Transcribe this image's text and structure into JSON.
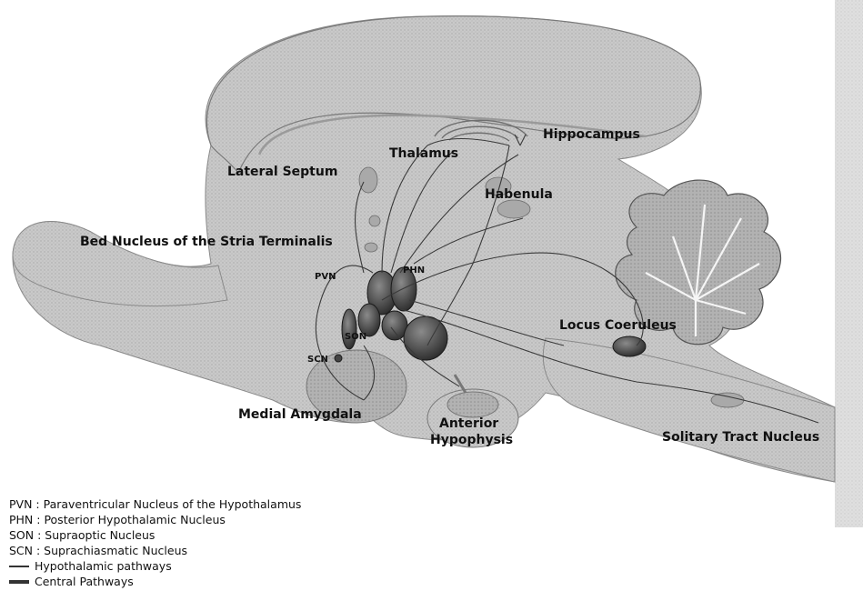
{
  "labels": {
    "hippocampus": "Hippocampus",
    "thalamus": "Thalamus",
    "lateral_septum": "Lateral Septum",
    "habenula": "Habenula",
    "bnst": "Bed Nucleus of the Stria Terminalis",
    "pvn": "PVN",
    "phn": "PHN",
    "son": "SON",
    "scn": "SCN",
    "locus_coeruleus": "Locus Coeruleus",
    "medial_amygdala": "Medial Amygdala",
    "anterior": "Anterior",
    "hypophysis": "Hypophysis",
    "solitary_tract": "Solitary Tract Nucleus"
  },
  "legend": {
    "pvn": "PVN : Paraventricular Nucleus of the Hypothalamus",
    "phn": "PHN : Posterior Hypothalamic Nucleus",
    "son": "SON : Supraoptic Nucleus",
    "scn": "SCN : Suprachiasmatic Nucleus",
    "hypothalamic": "Hypothalamic pathways",
    "central": "Central Pathways"
  }
}
